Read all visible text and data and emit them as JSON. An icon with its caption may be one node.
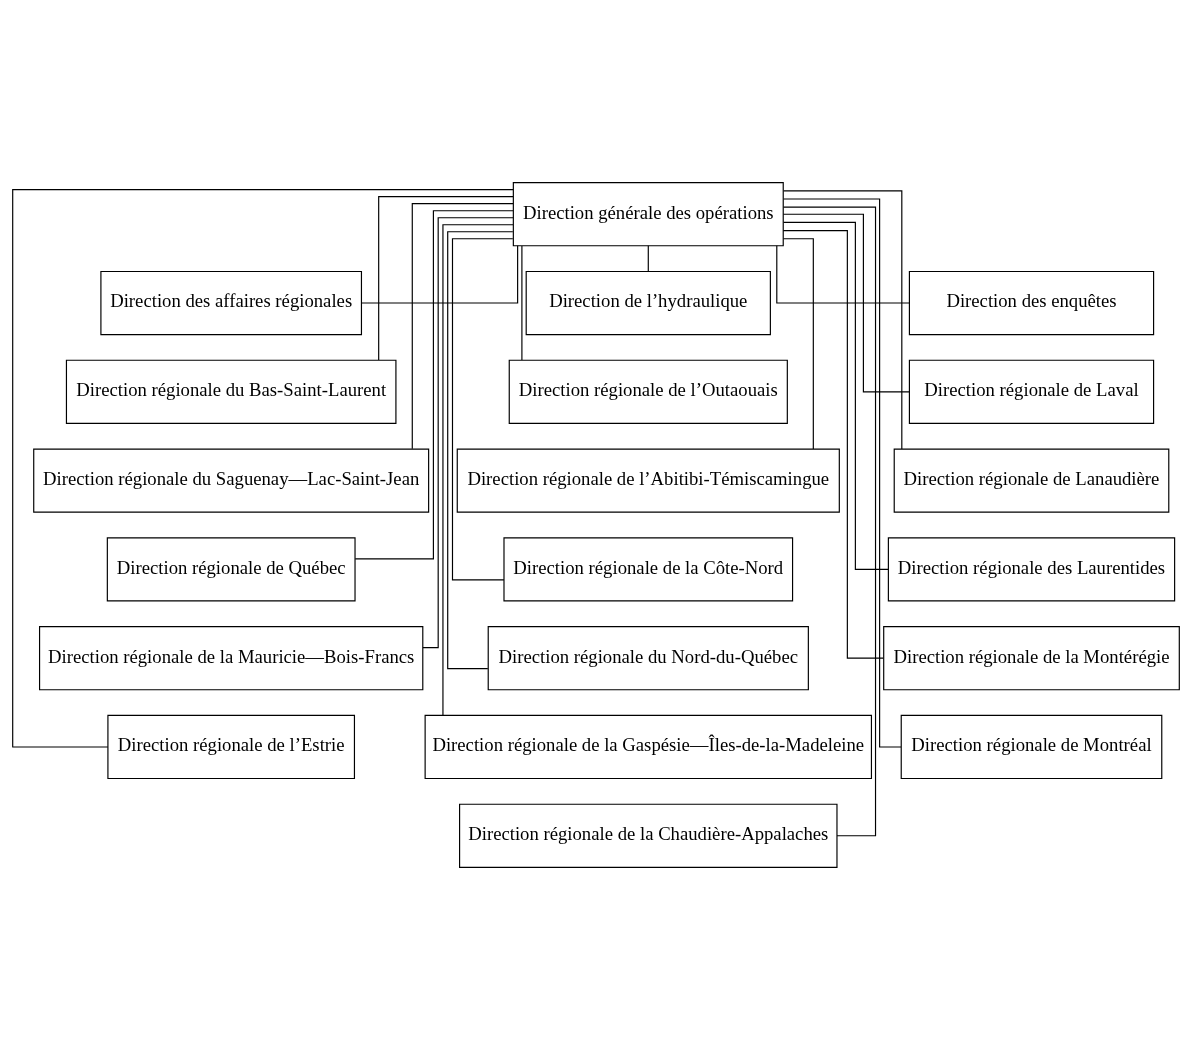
{
  "diagram": {
    "nodes": [
      {
        "text": [
          "Direction générale des opérations"
        ]
      },
      {
        "text": [
          "Direction des affaires régionales"
        ]
      },
      {
        "text": [
          "Direction de l’hydraulique"
        ]
      },
      {
        "text": [
          "Direction des enquêtes"
        ]
      },
      {
        "text": [
          "Direction régionale du Bas-Saint-Laurent"
        ]
      },
      {
        "text": [
          "Direction régionale du Saguenay—Lac-Saint-Jean"
        ]
      },
      {
        "text": [
          "Direction régionale de Québec"
        ]
      },
      {
        "text": [
          "Direction régionale de la Mauricie—Bois-Francs"
        ]
      },
      {
        "text": [
          "Direction régionale de l’Estrie"
        ]
      },
      {
        "text": [
          "Direction régionale de l’Outaouais"
        ]
      },
      {
        "text": [
          "Direction régionale de l’Abitibi-Témiscamingue"
        ]
      },
      {
        "text": [
          "Direction régionale de la Côte-Nord"
        ]
      },
      {
        "text": [
          "Direction régionale du Nord-du-Québec"
        ]
      },
      {
        "text": [
          "Direction régionale de la Gaspésie—Îles-de-la-Madeleine"
        ]
      },
      {
        "text": [
          "Direction régionale de la Chaudière-Appalaches"
        ]
      },
      {
        "text": [
          "Direction régionale de Laval"
        ]
      },
      {
        "text": [
          "Direction régionale de Lanaudière"
        ]
      },
      {
        "text": [
          "Direction régionale des Laurentides"
        ]
      },
      {
        "text": [
          "Direction régionale de la Montérégie"
        ]
      },
      {
        "text": [
          "Direction régionale de Montréal"
        ]
      }
    ],
    "edges": [
      {
        "from": 0,
        "to": 1,
        "arrow": "none"
      },
      {
        "from": 0,
        "to": 2,
        "arrow": "none"
      },
      {
        "from": 0,
        "to": 3,
        "arrow": "none"
      },
      {
        "from": 0,
        "to": 4,
        "arrow": "none"
      },
      {
        "from": 0,
        "to": 5,
        "arrow": "none"
      },
      {
        "from": 0,
        "to": 6,
        "arrow": "none"
      },
      {
        "from": 0,
        "to": 7,
        "arrow": "none"
      },
      {
        "from": 0,
        "to": 8,
        "arrow": "none"
      },
      {
        "from": 0,
        "to": 9,
        "arrow": "none"
      },
      {
        "from": 0,
        "to": 10,
        "arrow": "none"
      },
      {
        "from": 0,
        "to": 11,
        "arrow": "none"
      },
      {
        "from": 0,
        "to": 12,
        "arrow": "none"
      },
      {
        "from": 0,
        "to": 13,
        "arrow": "none"
      },
      {
        "from": 0,
        "to": 14,
        "arrow": "none"
      },
      {
        "from": 0,
        "to": 15,
        "arrow": "none"
      },
      {
        "from": 0,
        "to": 16,
        "arrow": "none"
      },
      {
        "from": 0,
        "to": 17,
        "arrow": "none"
      },
      {
        "from": 0,
        "to": 18,
        "arrow": "none"
      },
      {
        "from": 0,
        "to": 19,
        "arrow": "none"
      }
    ]
  }
}
